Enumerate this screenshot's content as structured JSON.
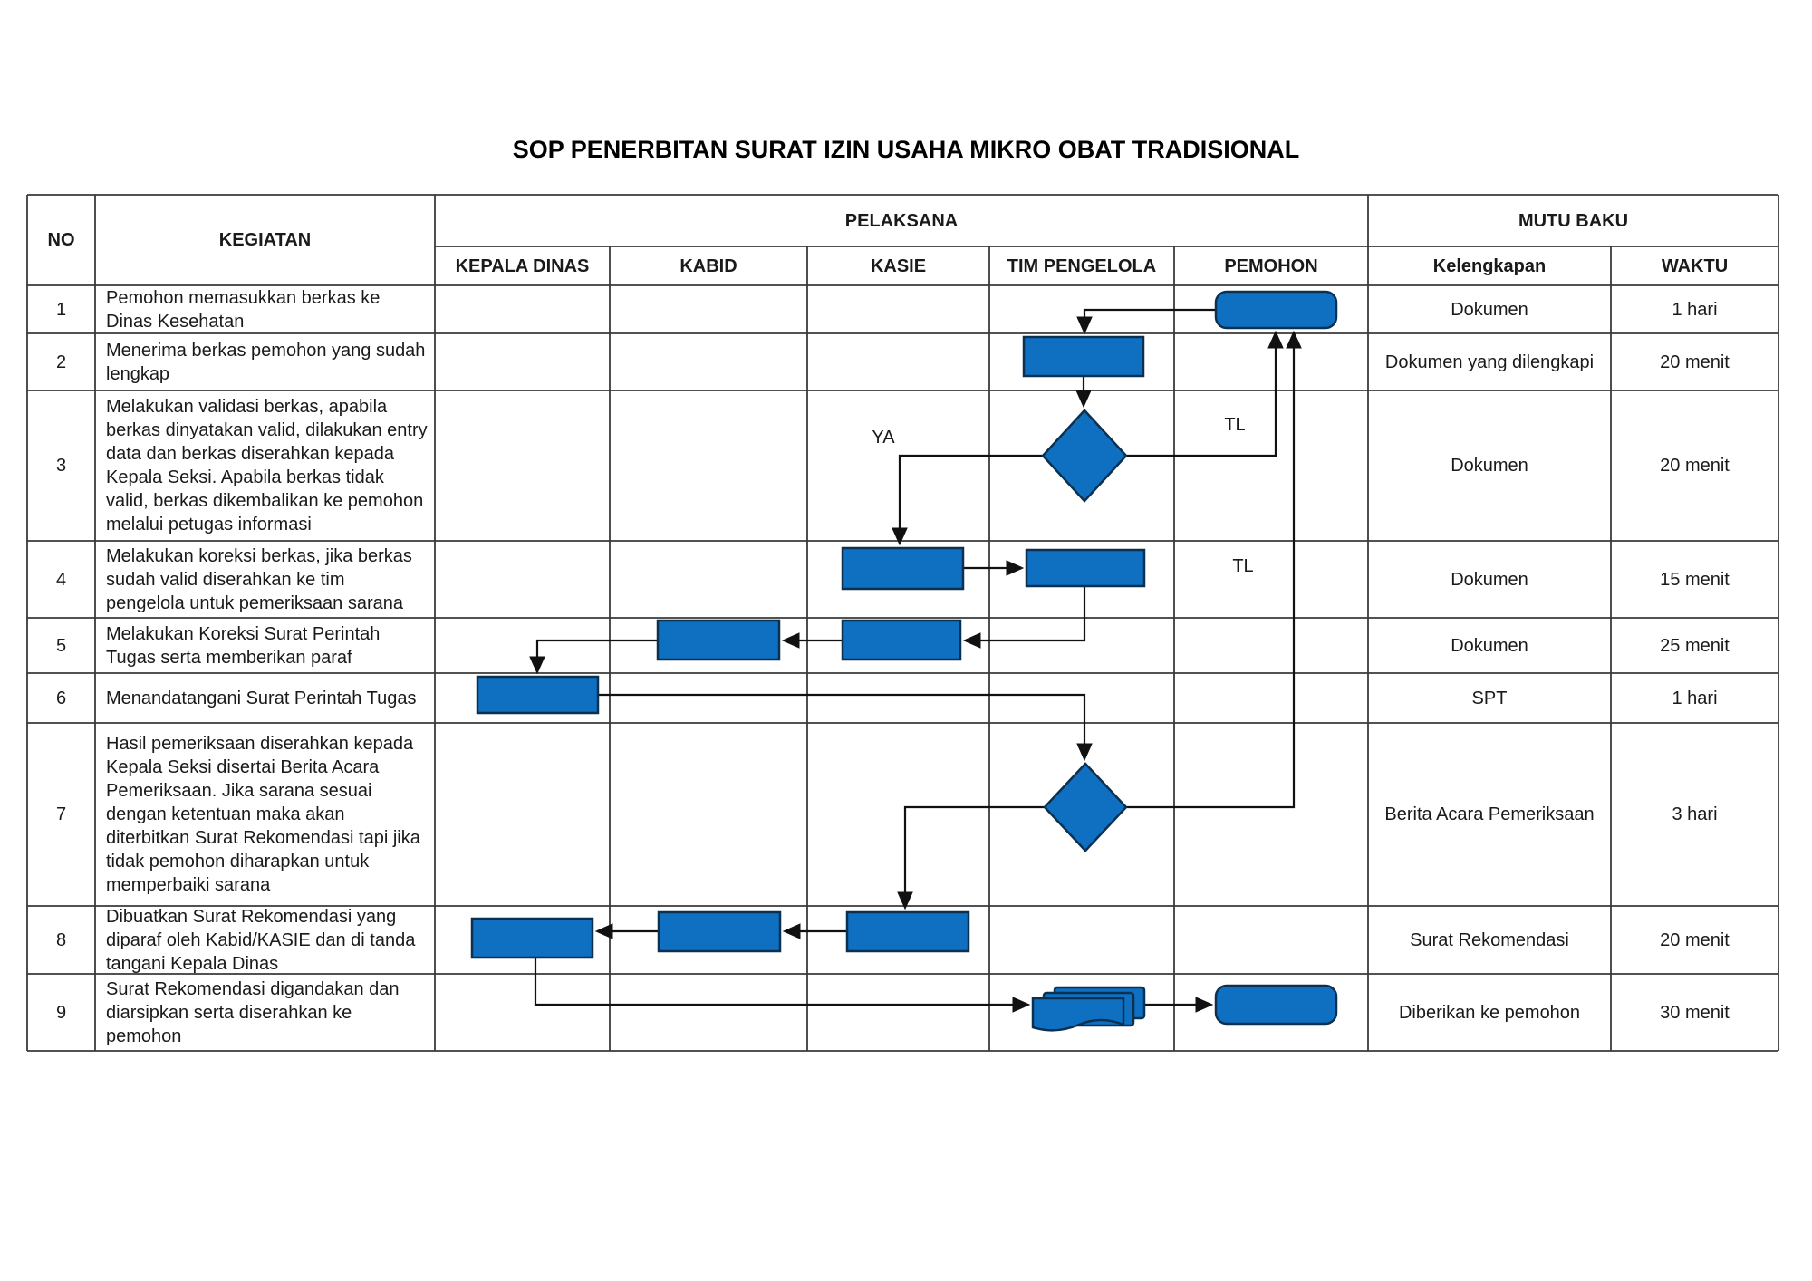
{
  "title": "SOP PENERBITAN SURAT IZIN USAHA MIKRO OBAT TRADISIONAL",
  "table": {
    "headers": {
      "no": "NO",
      "kegiatan": "KEGIATAN",
      "pelaksana": "PELAKSANA",
      "mutu_baku": "MUTU BAKU",
      "pelaksana_roles": [
        "KEPALA DINAS",
        "KABID",
        "KASIE",
        "TIM PENGELOLA",
        "PEMOHON"
      ],
      "kelengkapan": "Kelengkapan",
      "waktu": "WAKTU"
    },
    "rows": [
      {
        "no": "1",
        "kegiatan": "Pemohon memasukkan berkas ke Dinas Kesehatan",
        "kelengkapan": "Dokumen",
        "waktu": "1 hari"
      },
      {
        "no": "2",
        "kegiatan": "Menerima berkas pemohon yang sudah lengkap",
        "kelengkapan": "Dokumen yang dilengkapi",
        "waktu": "20 menit"
      },
      {
        "no": "3",
        "kegiatan": "Melakukan validasi berkas, apabila berkas dinyatakan valid, dilakukan entry data dan berkas diserahkan kepada Kepala Seksi. Apabila berkas tidak valid, berkas dikembalikan ke pemohon melalui petugas informasi",
        "kelengkapan": "Dokumen",
        "waktu": "20 menit"
      },
      {
        "no": "4",
        "kegiatan": "Melakukan koreksi berkas, jika berkas sudah valid diserahkan ke tim pengelola untuk pemeriksaan sarana",
        "kelengkapan": "Dokumen",
        "waktu": "15 menit"
      },
      {
        "no": "5",
        "kegiatan": "Melakukan Koreksi Surat Perintah Tugas serta memberikan paraf",
        "kelengkapan": "Dokumen",
        "waktu": "25 menit"
      },
      {
        "no": "6",
        "kegiatan": "Menandatangani Surat Perintah Tugas",
        "kelengkapan": "SPT",
        "waktu": "1 hari"
      },
      {
        "no": "7",
        "kegiatan": "Hasil pemeriksaan diserahkan kepada Kepala Seksi disertai Berita Acara Pemeriksaan. Jika sarana sesuai dengan ketentuan maka akan diterbitkan Surat Rekomendasi tapi jika tidak pemohon diharapkan untuk memperbaiki sarana",
        "kelengkapan": "Berita Acara Pemeriksaan",
        "waktu": "3 hari"
      },
      {
        "no": "8",
        "kegiatan": "Dibuatkan Surat Rekomendasi yang diparaf oleh Kabid/KASIE dan di tanda tangani Kepala Dinas",
        "kelengkapan": "Surat Rekomendasi",
        "waktu": "20 menit"
      },
      {
        "no": "9",
        "kegiatan": "Surat Rekomendasi digandakan dan diarsipkan serta diserahkan ke pemohon",
        "kelengkapan": "Diberikan ke pemohon",
        "waktu": "30 menit"
      }
    ]
  },
  "flow_labels": {
    "ya": "YA",
    "tl_row3": "TL",
    "tl_row4": "TL"
  },
  "colors": {
    "shape_fill": "#0F70C2",
    "shape_border": "#0B3050",
    "grid": "#3a3a3a",
    "connector": "#111111"
  }
}
